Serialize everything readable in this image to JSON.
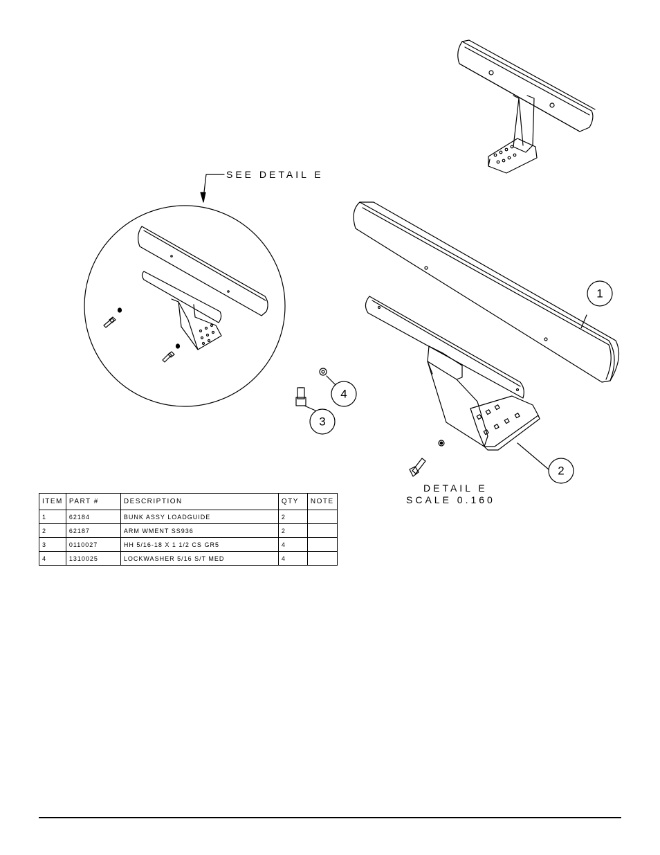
{
  "callouts": {
    "see_detail": "SEE DETAIL  E",
    "detail_title": "DETAIL  E",
    "detail_scale": "SCALE  0.160"
  },
  "balloons": [
    "1",
    "2",
    "3",
    "4"
  ],
  "bom": {
    "headers": [
      "ITEM",
      "PART #",
      "DESCRIPTION",
      "QTY",
      "NOTE"
    ],
    "rows": [
      {
        "item": "1",
        "part": "62184",
        "description": "BUNK ASSY   LOADGUIDE",
        "qty": "2",
        "note": ""
      },
      {
        "item": "2",
        "part": "62187",
        "description": "ARM WMENT SS936",
        "qty": "2",
        "note": ""
      },
      {
        "item": "3",
        "part": "0110027",
        "description": "HH 5/16-18 X 1 1/2 CS GR5",
        "qty": "4",
        "note": ""
      },
      {
        "item": "4",
        "part": "1310025",
        "description": "LOCKWASHER 5/16 S/T MED",
        "qty": "4",
        "note": ""
      }
    ]
  }
}
